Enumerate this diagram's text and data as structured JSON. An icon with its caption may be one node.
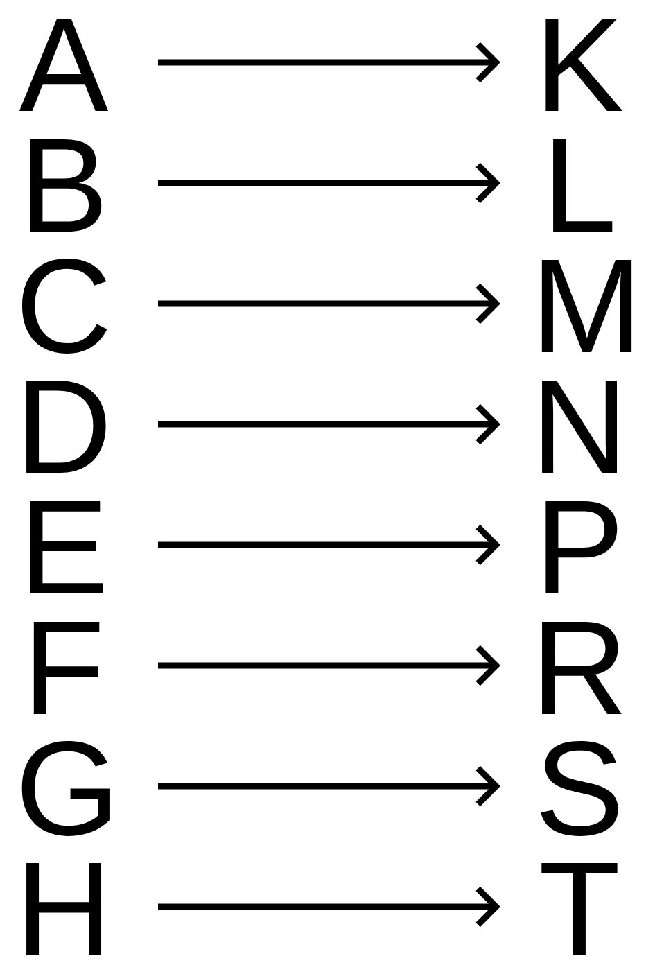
{
  "diagram": {
    "nodes": [
      {
        "text": [
          "A"
        ]
      },
      {
        "text": [
          "B"
        ]
      },
      {
        "text": [
          "C"
        ]
      },
      {
        "text": [
          "D"
        ]
      },
      {
        "text": [
          "E"
        ]
      },
      {
        "text": [
          "F"
        ]
      },
      {
        "text": [
          "G"
        ]
      },
      {
        "text": [
          "H"
        ]
      },
      {
        "text": [
          "K"
        ]
      },
      {
        "text": [
          "L"
        ]
      },
      {
        "text": [
          "M"
        ]
      },
      {
        "text": [
          "N"
        ]
      },
      {
        "text": [
          "P"
        ]
      },
      {
        "text": [
          "R"
        ]
      },
      {
        "text": [
          "S"
        ]
      },
      {
        "text": [
          "T"
        ]
      }
    ],
    "edges": [
      {
        "from": 0,
        "to": 8,
        "arrow": "to"
      },
      {
        "from": 1,
        "to": 9,
        "arrow": "to"
      },
      {
        "from": 2,
        "to": 10,
        "arrow": "to"
      },
      {
        "from": 3,
        "to": 11,
        "arrow": "to"
      },
      {
        "from": 4,
        "to": 12,
        "arrow": "to"
      },
      {
        "from": 5,
        "to": 13,
        "arrow": "to"
      },
      {
        "from": 6,
        "to": 14,
        "arrow": "to"
      },
      {
        "from": 7,
        "to": 15,
        "arrow": "to"
      }
    ]
  }
}
